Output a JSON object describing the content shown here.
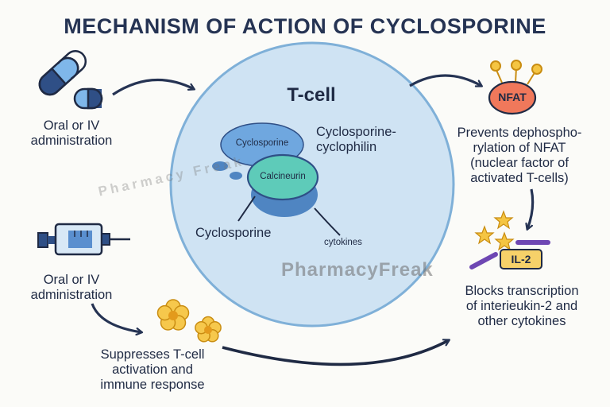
{
  "title": "MECHANISM OF ACTION OF CYCLOSPORINE",
  "cell": {
    "label": "T-cell",
    "cyclosporine_blob": "Cyclosporine",
    "calcineurin_blob": "Calcineurin",
    "complex_label": "Cyclosporine-\ncyclophilin",
    "cyclosporine_label": "Cyclosporine",
    "cytokines_label": "cytokines"
  },
  "left": {
    "admin_top": "Oral or IV\nadministration",
    "admin_bottom": "Oral or IV\nadministration",
    "suppresses": "Suppresses T-cell\nactivation and\nimmune response"
  },
  "right": {
    "nfat_badge": "NFAT",
    "prevents": "Prevents dephospho-\nrylation of NFAT\n(nuclear factor of\nactivated T-cells)",
    "il2_badge": "IL-2",
    "blocks": "Blocks transcription\nof interieukin-2 and\nother cytokines"
  },
  "watermarks": {
    "diagonal": "Pharmacy Freak",
    "center": "PharmacyFreak"
  },
  "colors": {
    "title": "#253353",
    "cell_fill": "#cfe3f3",
    "cell_stroke": "#7fb0d8",
    "cyclosporine_fill": "#6fa7df",
    "calcineurin_fill": "#5ecbb9",
    "base_fill": "#4f85c2",
    "nfat_fill": "#f0785b",
    "il2_fill": "#f6d169",
    "star_fill": "#f5c542",
    "flower_fill": "#f6c84c",
    "arrow": "#253353"
  }
}
